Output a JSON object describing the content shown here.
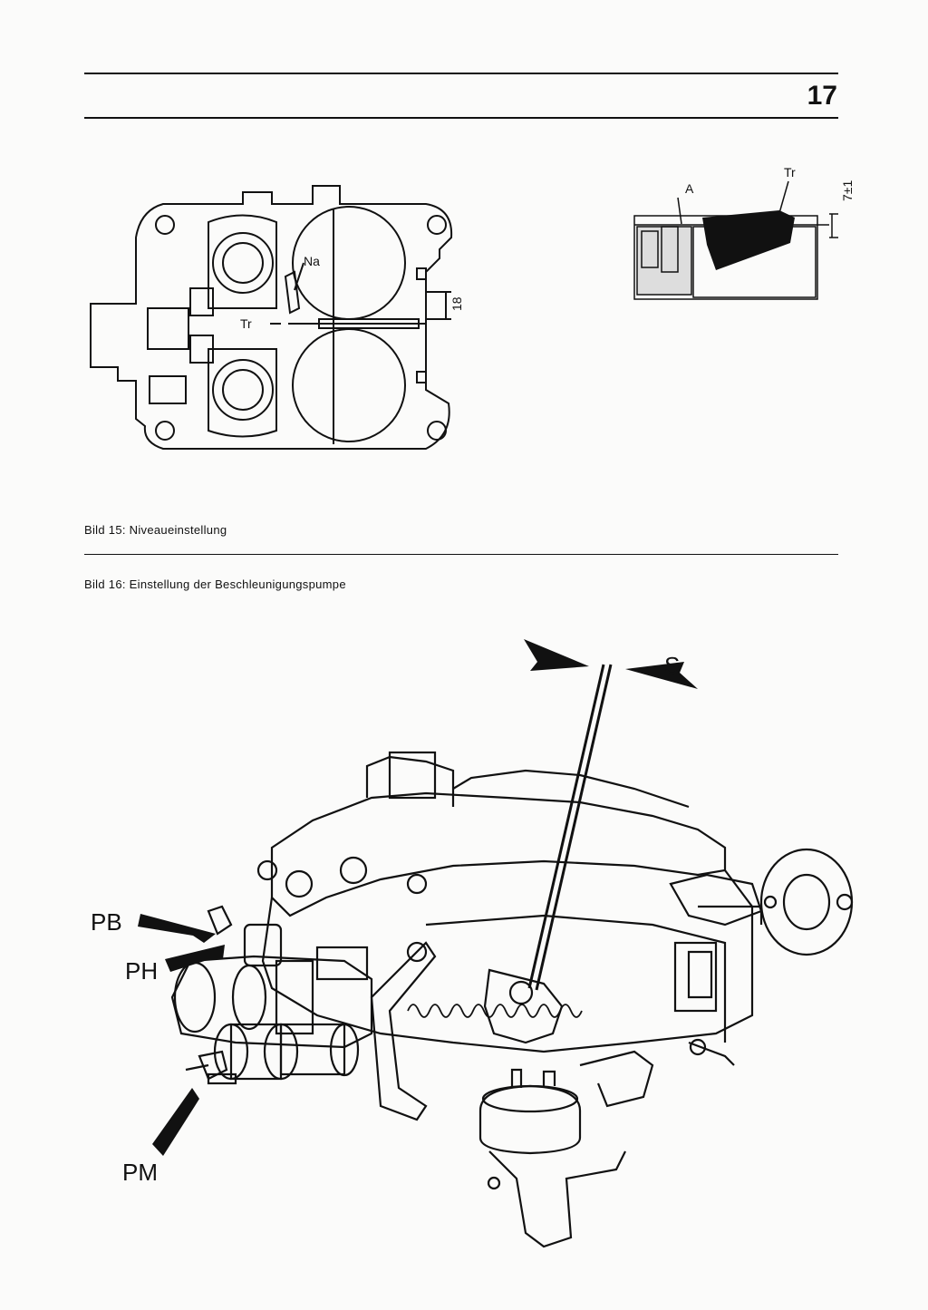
{
  "page": {
    "number": "17"
  },
  "figure15": {
    "caption": "Bild 15: Niveaueinstellung",
    "labels": {
      "na": "Na",
      "tr": "Tr",
      "dim": "18"
    }
  },
  "figure15_detail": {
    "labels": {
      "a": "A",
      "tr": "Tr",
      "dim": "7±1"
    }
  },
  "figure16": {
    "caption": "Bild 16: Einstellung der Beschleunigungspumpe",
    "labels": {
      "s": "S",
      "pb": "PB",
      "ph": "PH",
      "pm": "PM"
    }
  }
}
